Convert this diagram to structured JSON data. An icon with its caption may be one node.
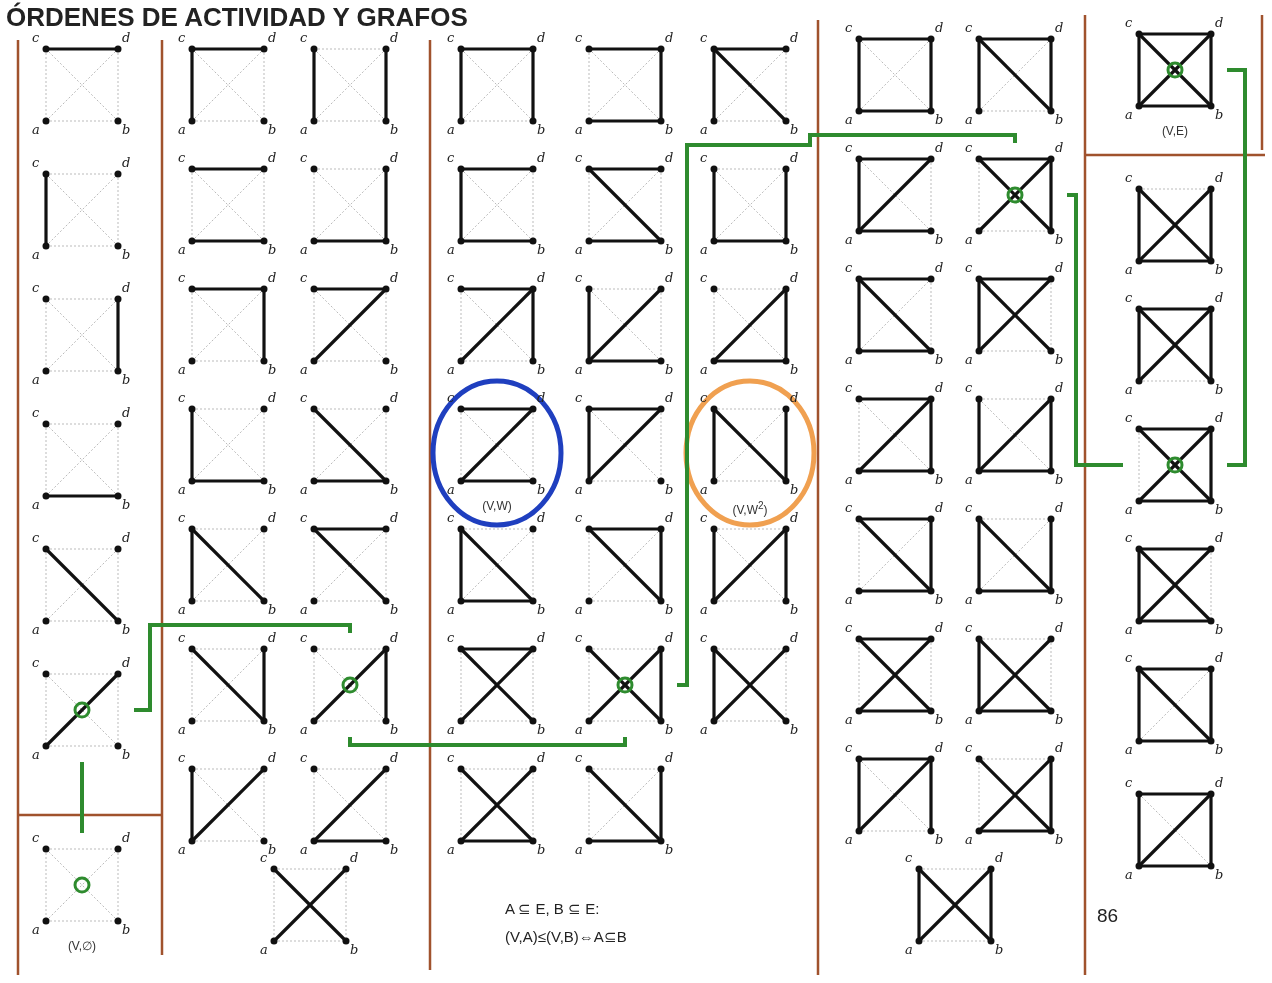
{
  "diagram": {
    "title": "ÓRDENES DE ACTIVIDAD Y GRAFOS",
    "nodes": [
      {
        "text": [
          "c",
          "d",
          "a",
          "b"
        ]
      },
      {
        "text": [
          "c",
          "d",
          "a",
          "b"
        ]
      },
      {
        "text": [
          "c",
          "d",
          "a",
          "b"
        ]
      },
      {
        "text": [
          "c",
          "d",
          "a",
          "b"
        ]
      },
      {
        "text": [
          "c",
          "d",
          "a",
          "b"
        ]
      },
      {
        "text": [
          "c",
          "d",
          "a",
          "b"
        ]
      },
      {
        "text": [
          "c",
          "d",
          "a",
          "b"
        ],
        "beside": [
          "(V,∅)"
        ]
      },
      {
        "text": [
          "c",
          "d",
          "a",
          "b"
        ]
      },
      {
        "text": [
          "c",
          "d",
          "a",
          "b"
        ]
      },
      {
        "text": [
          "c",
          "d",
          "a",
          "b"
        ]
      },
      {
        "text": [
          "c",
          "d",
          "a",
          "b"
        ]
      },
      {
        "text": [
          "c",
          "d",
          "a",
          "b"
        ]
      },
      {
        "text": [
          "c",
          "d",
          "a",
          "b"
        ]
      },
      {
        "text": [
          "c",
          "d",
          "a",
          "b"
        ]
      },
      {
        "text": [
          "c",
          "d",
          "a",
          "b"
        ]
      },
      {
        "text": [
          "c",
          "d",
          "a",
          "b"
        ]
      },
      {
        "text": [
          "c",
          "d",
          "a",
          "b"
        ]
      },
      {
        "text": [
          "c",
          "d",
          "a",
          "b"
        ]
      },
      {
        "text": [
          "c",
          "d",
          "a",
          "b"
        ]
      },
      {
        "text": [
          "c",
          "d",
          "a",
          "b"
        ]
      },
      {
        "text": [
          "c",
          "d",
          "a",
          "b"
        ]
      },
      {
        "text": [
          "c",
          "d",
          "a",
          "b"
        ]
      },
      {
        "text": [
          "c",
          "d",
          "a",
          "b"
        ]
      },
      {
        "text": [
          "c",
          "d",
          "a",
          "b"
        ]
      },
      {
        "text": [
          "c",
          "d",
          "a",
          "b"
        ]
      },
      {
        "text": [
          "c",
          "d",
          "a",
          "b"
        ],
        "beside": [
          "(V,W)"
        ]
      },
      {
        "text": [
          "c",
          "d",
          "a",
          "b"
        ]
      },
      {
        "text": [
          "c",
          "d",
          "a",
          "b"
        ]
      },
      {
        "text": [
          "c",
          "d",
          "a",
          "b"
        ]
      },
      {
        "text": [
          "c",
          "d",
          "a",
          "b"
        ]
      },
      {
        "text": [
          "c",
          "d",
          "a",
          "b"
        ]
      },
      {
        "text": [
          "c",
          "d",
          "a",
          "b"
        ]
      },
      {
        "text": [
          "c",
          "d",
          "a",
          "b"
        ]
      },
      {
        "text": [
          "c",
          "d",
          "a",
          "b"
        ]
      },
      {
        "text": [
          "c",
          "d",
          "a",
          "b"
        ]
      },
      {
        "text": [
          "c",
          "d",
          "a",
          "b"
        ]
      },
      {
        "text": [
          "c",
          "d",
          "a",
          "b"
        ]
      },
      {
        "text": [
          "c",
          "d",
          "a",
          "b"
        ]
      },
      {
        "text": [
          "c",
          "d",
          "a",
          "b"
        ]
      },
      {
        "text": [
          "c",
          "d",
          "a",
          "b"
        ],
        "beside": [
          "(V,W$^{2}$)"
        ]
      },
      {
        "text": [
          "c",
          "d",
          "a",
          "b"
        ]
      },
      {
        "text": [
          "c",
          "d",
          "a",
          "b"
        ]
      },
      {
        "text": [
          "c",
          "d",
          "a",
          "b"
        ]
      },
      {
        "text": [
          "c",
          "d",
          "a",
          "b"
        ]
      },
      {
        "text": [
          "c",
          "d",
          "a",
          "b"
        ]
      },
      {
        "text": [
          "c",
          "d",
          "a",
          "b"
        ]
      },
      {
        "text": [
          "c",
          "d",
          "a",
          "b"
        ]
      },
      {
        "text": [
          "c",
          "d",
          "a",
          "b"
        ]
      },
      {
        "text": [
          "c",
          "d",
          "a",
          "b"
        ]
      },
      {
        "text": [
          "c",
          "d",
          "a",
          "b"
        ]
      },
      {
        "text": [
          "c",
          "d",
          "a",
          "b"
        ]
      },
      {
        "text": [
          "c",
          "d",
          "a",
          "b"
        ]
      },
      {
        "text": [
          "c",
          "d",
          "a",
          "b"
        ]
      },
      {
        "text": [
          "c",
          "d",
          "a",
          "b"
        ]
      },
      {
        "text": [
          "c",
          "d",
          "a",
          "b"
        ]
      },
      {
        "text": [
          "c",
          "d",
          "a",
          "b"
        ]
      },
      {
        "text": [
          "c",
          "d",
          "a",
          "b"
        ]
      },
      {
        "text": [
          "c",
          "d",
          "a",
          "b"
        ],
        "beside": [
          "(V,E)"
        ]
      },
      {
        "text": [
          "c",
          "d",
          "a",
          "b"
        ]
      },
      {
        "text": [
          "c",
          "d",
          "a",
          "b"
        ]
      },
      {
        "text": [
          "c",
          "d",
          "a",
          "b"
        ]
      },
      {
        "text": [
          "c",
          "d",
          "a",
          "b"
        ]
      },
      {
        "text": [
          "c",
          "d",
          "a",
          "b"
        ]
      },
      {
        "text": [
          "c",
          "d",
          "a",
          "b"
        ]
      }
    ],
    "edges": [
      {
        "from": 6,
        "to": 5,
        "arrow": "none"
      },
      {
        "from": 5,
        "to": 19,
        "arrow": "none"
      },
      {
        "from": 19,
        "to": 34,
        "arrow": "none"
      },
      {
        "from": 34,
        "to": 50,
        "arrow": "none"
      },
      {
        "from": 50,
        "to": 60,
        "arrow": "none"
      },
      {
        "from": 60,
        "to": 57,
        "arrow": "none"
      }
    ],
    "labels": [
      "A ⊆ E, B ⊆ E:",
      "(V,A)≤(V,B)⇔A⊆B",
      "86"
    ]
  }
}
